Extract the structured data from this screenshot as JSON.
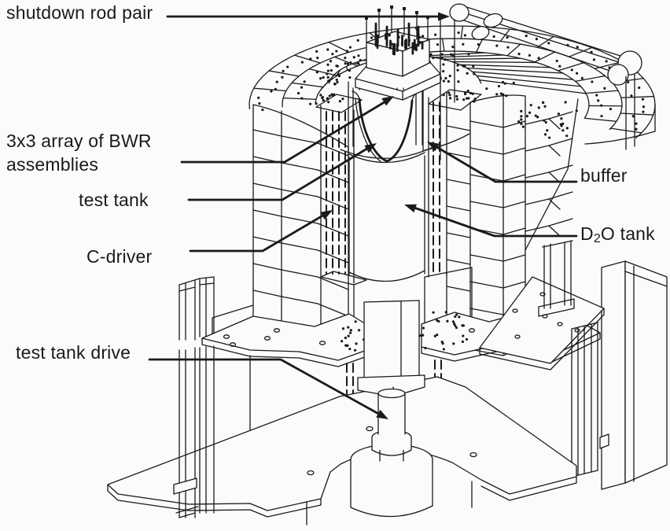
{
  "figure": {
    "title_semantic": "reactor critical facility cutaway diagram",
    "background": "#fbfbf9",
    "ink": "#1a1a1a",
    "labels": {
      "shutdown_rod_pair": "shutdown rod pair",
      "bwr_array": [
        "3x3 array of BWR",
        "assemblies"
      ],
      "test_tank": "test tank",
      "c_driver": "C-driver",
      "test_tank_drive": "test tank drive",
      "buffer": "buffer",
      "d2o_tank": {
        "pre": "D",
        "sub": "2",
        "post": "O tank"
      }
    }
  }
}
